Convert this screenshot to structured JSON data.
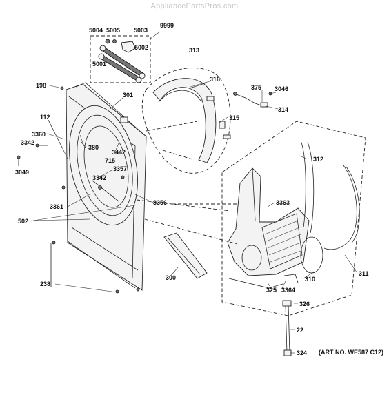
{
  "watermark": "AppliancePartsPros.com",
  "art_number": "(ART NO. WE587 C12)",
  "callouts": [
    "5004",
    "5005",
    "5003",
    "9999",
    "5002",
    "5001",
    "313",
    "198",
    "301",
    "316",
    "375",
    "3046",
    "314",
    "315",
    "112",
    "3360",
    "3342",
    "380",
    "3442",
    "715",
    "3049",
    "312",
    "3357",
    "3342",
    "3356",
    "3363",
    "3361",
    "502",
    "311",
    "300",
    "310",
    "3364",
    "325",
    "238",
    "326",
    "22",
    "324"
  ]
}
